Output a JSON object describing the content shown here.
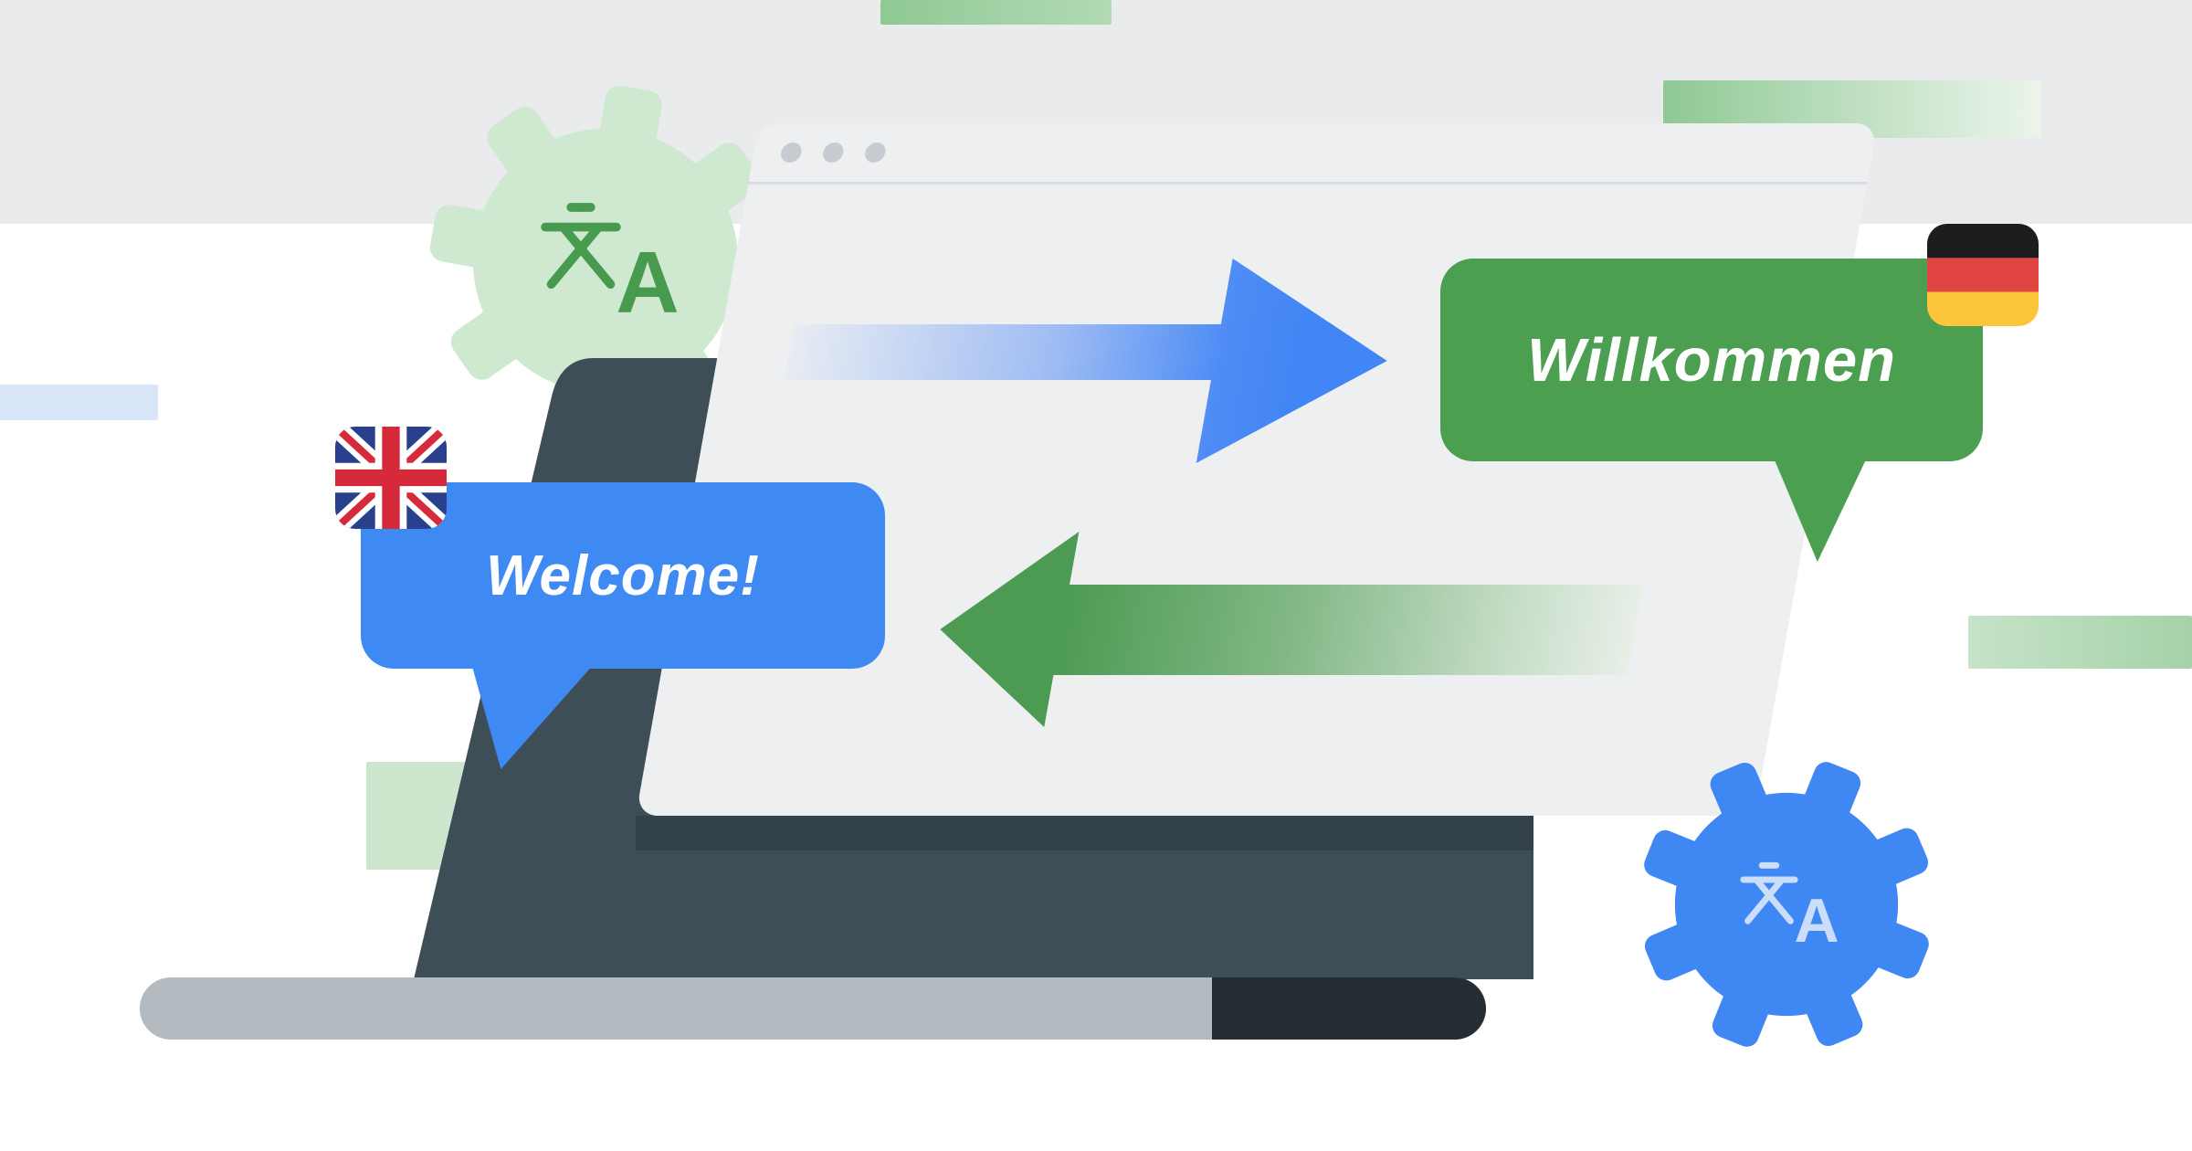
{
  "illustration": {
    "speech_bubbles": {
      "german": {
        "text": "Willkommen",
        "language": "German",
        "flag": "Germany",
        "color": "#4c9e51"
      },
      "english": {
        "text": "Welcome!",
        "language": "English",
        "flag": "United Kingdom",
        "color": "#3f8af2"
      }
    },
    "translate_icon": {
      "cjk_char": "文",
      "latin_char": "A"
    },
    "browser_window": {
      "control_dots": 3
    },
    "colors": {
      "blue_arrow": "#4285f4",
      "green_arrow": "#4d9b52",
      "pale_green_gear": "#cfe8d0",
      "blue_gear": "#3f87f2",
      "laptop_body": "#3e4e57",
      "laptop_base_light": "#b3bac0",
      "laptop_base_dark": "#232d33",
      "window_background": "#edeff1",
      "floor": "#e9ebed"
    }
  }
}
